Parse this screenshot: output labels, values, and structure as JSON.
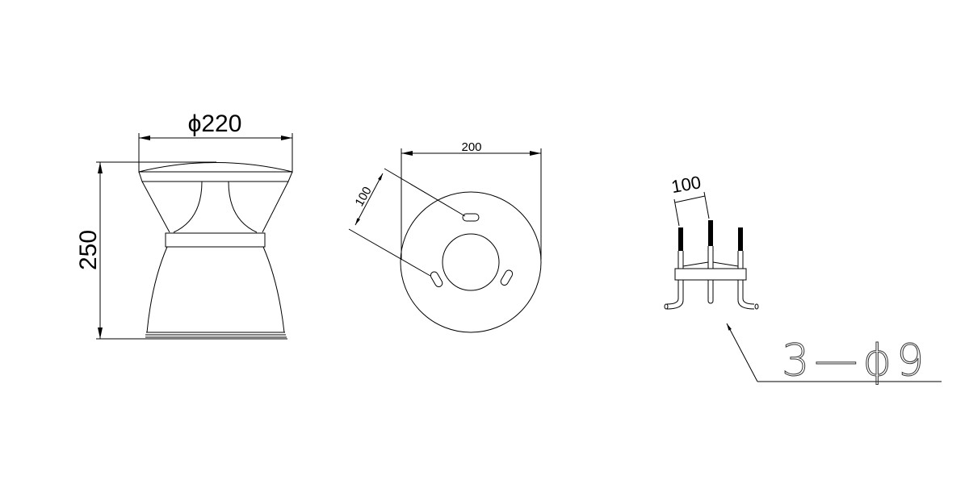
{
  "drawing": {
    "side_view": {
      "diameter_label": "ϕ220",
      "height_label": "250"
    },
    "top_view": {
      "width_label": "200",
      "slot_spacing_label": "100"
    },
    "anchor_view": {
      "spacing_label": "100",
      "callout_label": "3—ϕ9"
    }
  }
}
